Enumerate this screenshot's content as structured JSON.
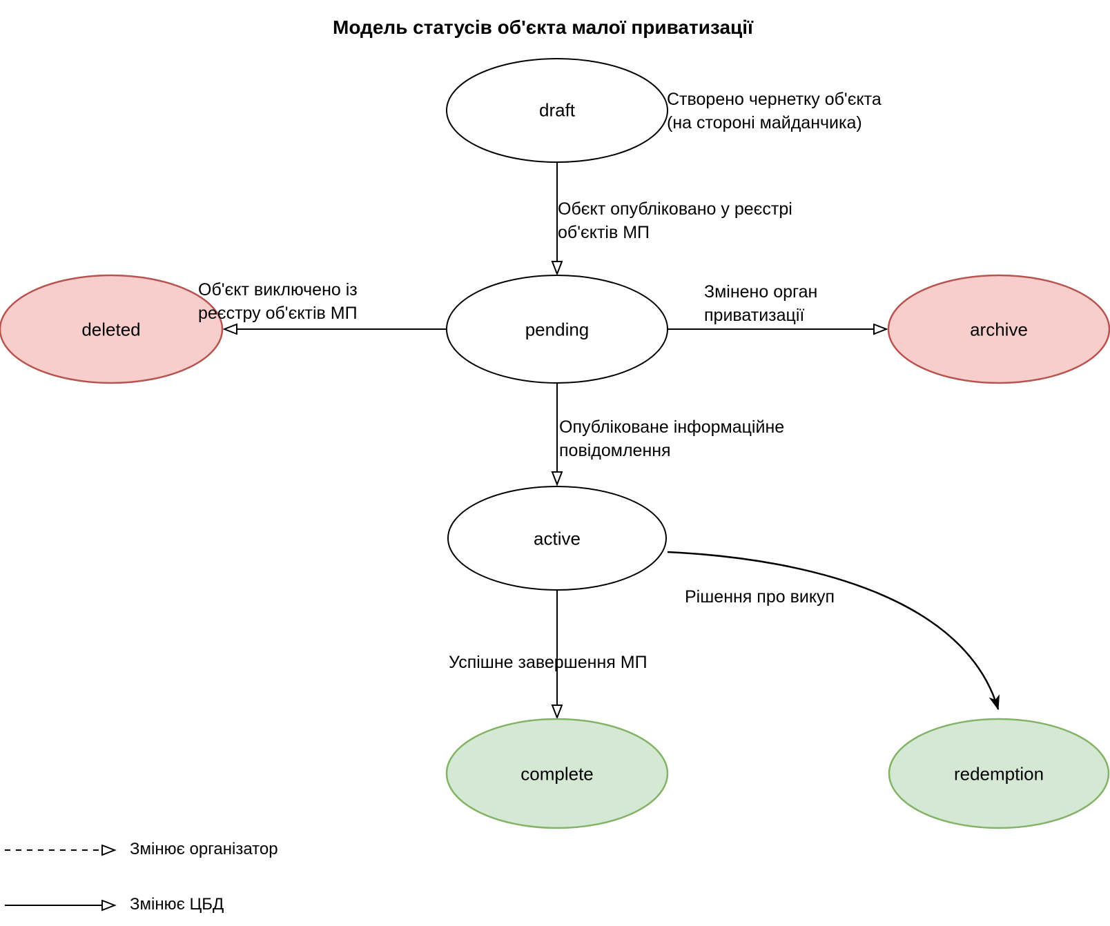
{
  "title": "Модель статусів об'єкта малої приватизації",
  "diagram": {
    "nodes": [
      {
        "id": "draft",
        "label": "draft",
        "fill": "#ffffff",
        "stroke": "#000000"
      },
      {
        "id": "pending",
        "label": "pending",
        "fill": "#ffffff",
        "stroke": "#000000"
      },
      {
        "id": "deleted",
        "label": "deleted",
        "fill": "#f8cecc",
        "stroke": "#b85450"
      },
      {
        "id": "archive",
        "label": "archive",
        "fill": "#f8cecc",
        "stroke": "#b85450"
      },
      {
        "id": "active",
        "label": "active",
        "fill": "#ffffff",
        "stroke": "#000000"
      },
      {
        "id": "complete",
        "label": "complete",
        "fill": "#d5e8d4",
        "stroke": "#82b366"
      },
      {
        "id": "redemption",
        "label": "redemption",
        "fill": "#d5e8d4",
        "stroke": "#82b366"
      }
    ],
    "edges": [
      {
        "from": "draft",
        "to": "pending",
        "label": "Обєкт опубліковано у реєстрі\nоб'єктів МП",
        "line_style": "solid"
      },
      {
        "from": "pending",
        "to": "deleted",
        "label": "Об'єкт виключено із\nреєстру об'єктів МП",
        "line_style": "solid"
      },
      {
        "from": "pending",
        "to": "archive",
        "label": "Змінено орган\nприватизації",
        "line_style": "solid"
      },
      {
        "from": "pending",
        "to": "active",
        "label": "Опубліковане інформаційне\nповідомлення",
        "line_style": "solid"
      },
      {
        "from": "active",
        "to": "complete",
        "label": "Успішне завершення МП",
        "line_style": "solid"
      },
      {
        "from": "active",
        "to": "redemption",
        "label": "Рішення про викуп",
        "line_style": "solid"
      }
    ],
    "annotations": [
      {
        "for": "draft",
        "text": "Створено чернетку об'єкта\n(на стороні майданчика)"
      }
    ],
    "line_color": "#000000"
  },
  "legend": {
    "items": [
      {
        "line_style": "dashed",
        "label": "Змінює організатор"
      },
      {
        "line_style": "solid",
        "label": "Змінює ЦБД"
      }
    ]
  }
}
